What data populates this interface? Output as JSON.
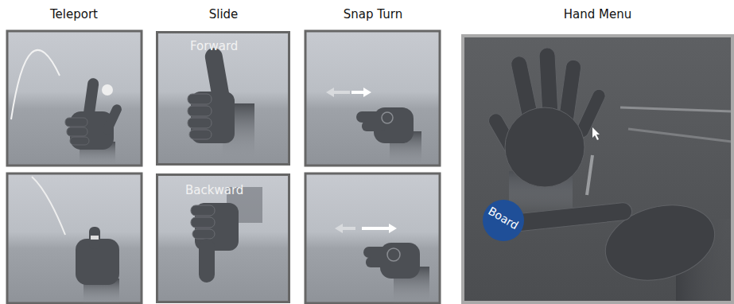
{
  "diagram": {
    "nodes": [
      {
        "text": [
          "Forward"
        ]
      },
      {
        "text": [
          "Backward"
        ]
      },
      {
        "text": [
          "Hand Menu"
        ]
      },
      {
        "text": [
          "Board"
        ],
        "in": 2
      }
    ],
    "labels": [
      "Teleport",
      "Slide",
      "Snap Turn"
    ]
  }
}
